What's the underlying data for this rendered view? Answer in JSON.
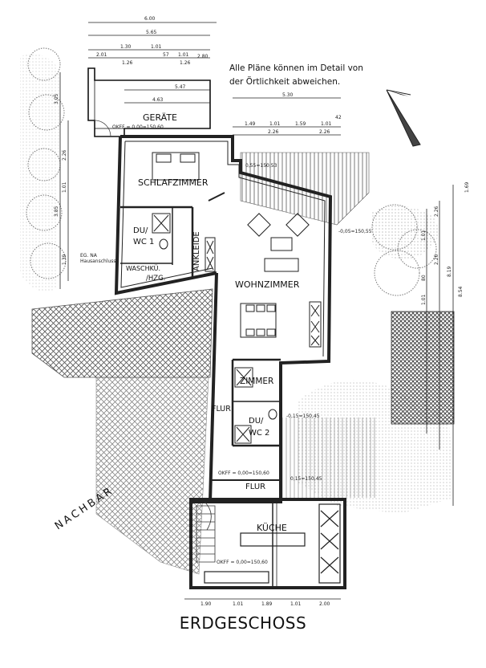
{
  "note_lines": [
    "Alle Pläne können im Detail von",
    "der Örtlichkeit abweichen."
  ],
  "plan_title": "ERDGESCHOSS",
  "rooms": {
    "geraete": "GERÄTE",
    "schlafzimmer": "SCHLAFZIMMER",
    "du_wc1_top": "DU/",
    "du_wc1_bottom": "WC 1",
    "ankleide": "ANKLEIDE",
    "waschkue": "WASCHKÜ.",
    "hzg": "/HZG.",
    "wohnzimmer": "WOHNZIMMER",
    "zimmer": "ZIMMER",
    "flur_upper": "FLUR",
    "du_wc2_top": "DU/",
    "du_wc2_bottom": "WC 2",
    "flur_lower": "FLUR",
    "kueche": "KÜCHE",
    "nachbar": "NACHBAR"
  },
  "dimensions": {
    "top_total": "6.00",
    "top_second": "5.65",
    "top_row": [
      "2.01",
      "1.30",
      "1.26",
      "57",
      "1.01",
      "1.26",
      "1.01",
      "2.80"
    ],
    "geraete_inner": "5.47",
    "geraete_inner2": "4.63",
    "right_total": "5.30",
    "right_row": [
      "1.49",
      "1.01",
      "2.26",
      "1.59",
      "1.01",
      "2.26",
      "42"
    ],
    "bottom_row": [
      "1.90",
      "1.01",
      "1.89",
      "1.01",
      "2.00"
    ],
    "right_vertical": [
      "1.69",
      "8.54",
      "8.19",
      "2.26",
      "1.01",
      "2.26",
      "80",
      "1.01"
    ],
    "left_vertical": [
      "3.05",
      "3.85",
      "1.39",
      "2.26",
      "1.01"
    ]
  },
  "annotations": {
    "okff_top": "OKFF = 0,00=150,60",
    "okff_flur": "OKFF = 0,00=150,60",
    "okff_kueche": "OKFF = 0,00=150,60",
    "eg_note": "EG. NA",
    "hausanschluss": "Hausanschluss",
    "level_mark_1": "0,55=150,53",
    "level_mark_2": "-0,05=150,55",
    "level_mark_3": "-0,15=150,45",
    "level_mark_4": "0,15=150,45"
  }
}
